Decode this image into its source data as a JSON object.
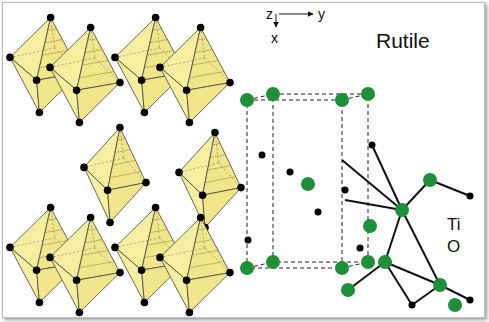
{
  "diagram": {
    "title": "Rutile",
    "labels": [
      "z",
      "y",
      "x",
      "Ti",
      "O"
    ]
  }
}
